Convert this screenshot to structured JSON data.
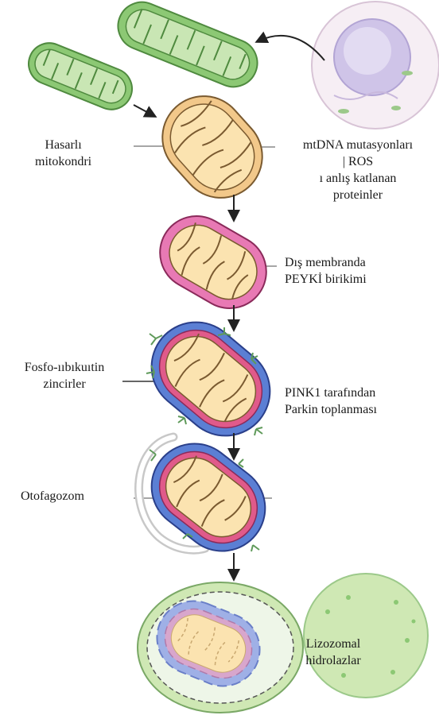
{
  "labels": {
    "damaged_line1": "Hasarlı",
    "damaged_line2": "mitokondri",
    "causes_line1": "mtDNA mutasyonları",
    "causes_line2": "| ROS",
    "causes_line3": "ı anlış katlanan",
    "causes_line4": "proteinler",
    "outer_membrane_line1": "Dış membranda",
    "outer_membrane_line2": "PEYKİ birikimi",
    "phospho_line1": "Fosfo-ııbıkuıtin",
    "phospho_line2": "zincirler",
    "parkin_line1": "PINK1 tarafından",
    "parkin_line2": "Parkin toplanması",
    "autophagosome": "Otofagozom",
    "lysosome_line1": "Lizozomal",
    "lysosome_line2": "hidrolazlar"
  },
  "colors": {
    "healthy_membrane": "#8cc874",
    "healthy_matrix": "#c9e6b4",
    "damaged_membrane": "#f2c88a",
    "damaged_matrix": "#fbe3b0",
    "pink1_membrane": "#e879b4",
    "parkin_membrane": "#5b7fd4",
    "ubiquitin": "#5f9a5a",
    "lysosome": "#cfe8b4",
    "autophagosome_membrane": "#c8c8c8"
  }
}
